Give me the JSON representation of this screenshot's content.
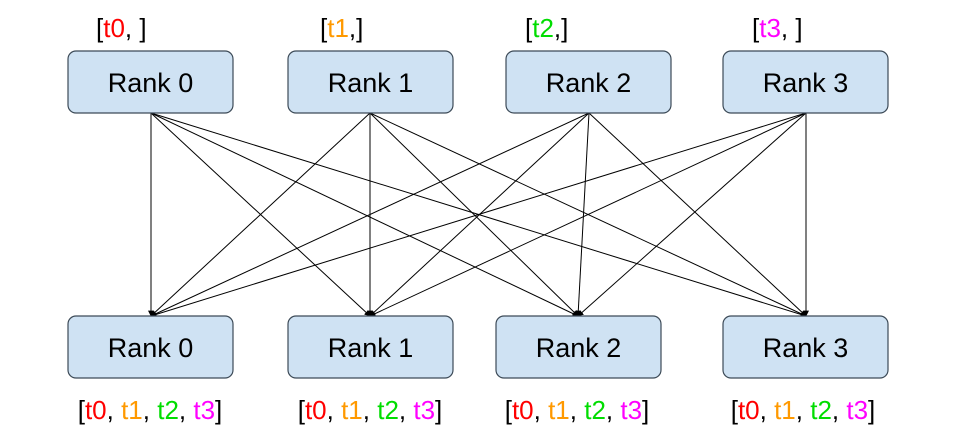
{
  "colors": {
    "box_fill": "#cfe2f3",
    "box_stroke": "#3c4a57",
    "tensor_colors": [
      "#ff0000",
      "#ff9900",
      "#00dd00",
      "#ff00ff"
    ]
  },
  "top_ranks": [
    {
      "label": "Rank 0",
      "input": {
        "open": "[",
        "tensor": "t0",
        "close": ", ]"
      }
    },
    {
      "label": "Rank 1",
      "input": {
        "open": "[",
        "tensor": "t1",
        "close": ",]"
      }
    },
    {
      "label": "Rank 2",
      "input": {
        "open": "[",
        "tensor": "t2",
        "close": ",]"
      }
    },
    {
      "label": "Rank 3",
      "input": {
        "open": "[",
        "tensor": "t3",
        "close": ", ]"
      }
    }
  ],
  "bottom_ranks": [
    {
      "label": "Rank 0",
      "output": [
        "t0",
        "t1",
        "t2",
        "t3"
      ]
    },
    {
      "label": "Rank 1",
      "output": [
        "t0",
        "t1",
        "t2",
        "t3"
      ]
    },
    {
      "label": "Rank 2",
      "output": [
        "t0",
        "t1",
        "t2",
        "t3"
      ]
    },
    {
      "label": "Rank 3",
      "output": [
        "t0",
        "t1",
        "t2",
        "t3"
      ]
    }
  ],
  "edges": "all-to-all"
}
